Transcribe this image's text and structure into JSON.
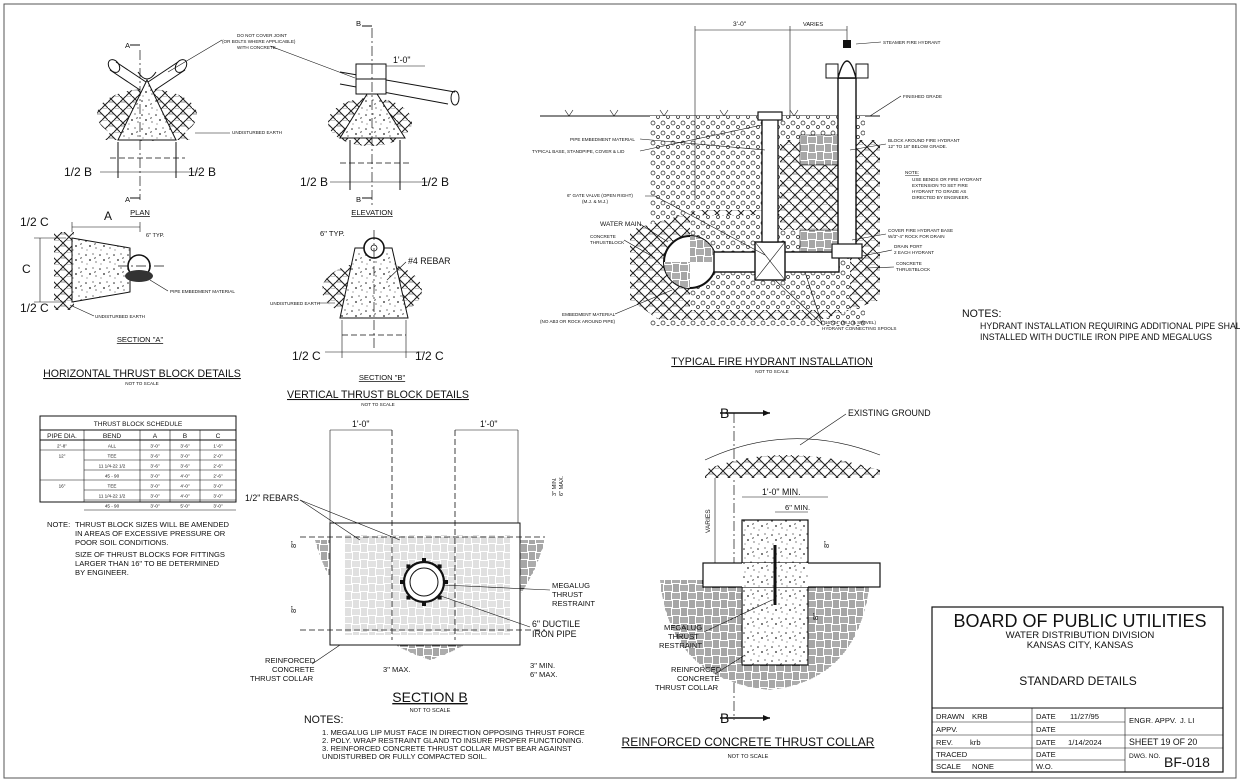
{
  "plan": {
    "title": "PLAN",
    "sec_label": "A",
    "note": [
      "DO NOT COVER JOINT",
      "(OR BOLTS WHERE APPLICABLE)",
      "WITH CONCRETE."
    ],
    "undisturbed": "UNDISTURBED EARTH",
    "half_b": "1/2 B"
  },
  "elevation": {
    "title": "ELEVATION",
    "sec_label": "B",
    "dim": "1'-0\"",
    "half_b": "1/2 B"
  },
  "section_a": {
    "title": "SECTION \"A\"",
    "half_c": "1/2 C",
    "c": "C",
    "a": "A",
    "typ": "6\" TYP.",
    "pipe_embed": "PIPE EMBEDMENT MATERIAL",
    "undisturbed": "UNDISTURBED EARTH"
  },
  "horizontal_details": {
    "title": "HORIZONTAL THRUST BLOCK DETAILS",
    "nts": "NOT TO SCALE"
  },
  "section_b_small": {
    "title": "SECTION \"B\"",
    "typ": "6\" TYP.",
    "rebar": "#4 REBAR",
    "undisturbed": "UNDISTURBED EARTH",
    "half_c": "1/2 C"
  },
  "vertical_details": {
    "title": "VERTICAL THRUST BLOCK DETAILS",
    "nts": "NOT TO SCALE"
  },
  "hydrant": {
    "dim1": "3'-0\"",
    "dim2": "VARIES",
    "steamer": "STEAMER FIRE HYDRANT",
    "finished_grade": "FINISHED GRADE",
    "block_around": [
      "BLOCK AROUND FIRE HYDRANT",
      "12\" TO 18\" BELOW GRADE."
    ],
    "note_label": "NOTE:",
    "note": [
      "USE BENDS OR FIRE HYDRANT",
      "EXTENSION TO SET FIRE",
      "HYDRANT TO GRADE AS",
      "DIRECTED BY ENGINEER."
    ],
    "pipe_embed": "PIPE EMBEDMENT MATERIAL",
    "typical_base": "TYPICAL BASE, STANDPIPE, COVER & LID",
    "gate_valve": [
      "6\" GATE VALVE (OPEN RIGHT)",
      "(M.J. & M.J.)"
    ],
    "water_main": "WATER MAIN",
    "concrete_tb": [
      "CONCRETE",
      "THRUSTBLOCK"
    ],
    "cover_base": [
      "COVER FIRE HYDRANT BASE",
      "W/3\"-4\" ROCK FOR DRAIN"
    ],
    "drain_port": [
      "DRAIN PORT",
      "2 EACH HYDRANT"
    ],
    "concrete_tb2": [
      "CONCRETE",
      "THRUSTBLOCK"
    ],
    "embed_mat": [
      "EMBEDMENT MATERIAL",
      "(NO AB3 OR ROCK AROUND PIPE)"
    ],
    "spools": [
      "16\"-24\" (M.J. & SWIVEL)",
      "HYDRANT CONNECTING SPOOLS"
    ],
    "title": "TYPICAL FIRE HYDRANT INSTALLATION",
    "nts": "NOT TO SCALE"
  },
  "hydrant_notes": {
    "label": "NOTES:",
    "lines": [
      "HYDRANT INSTALLATION REQUIRING ADDITIONAL PIPE SHALL BE",
      "INSTALLED WITH DUCTILE IRON PIPE AND MEGALUGS"
    ]
  },
  "schedule": {
    "title": "THRUST BLOCK SCHEDULE",
    "headers": [
      "PIPE DIA.",
      "BEND",
      "A",
      "B",
      "C"
    ],
    "rows": [
      [
        "2\"-8\"",
        "ALL",
        "3'-0\"",
        "3'-6\"",
        "1'-6\""
      ],
      [
        "12\"",
        "TEE",
        "3'-6\"",
        "3'-0\"",
        "2'-0\""
      ],
      [
        "",
        "11 1/4-22 1/2",
        "3'-6\"",
        "3'-6\"",
        "2'-6\""
      ],
      [
        "",
        "45 - 90",
        "3'-0\"",
        "4'-0\"",
        "2'-6\""
      ],
      [
        "16\"",
        "TEE",
        "3'-0\"",
        "4'-0\"",
        "3'-0\""
      ],
      [
        "",
        "11 1/4-22 1/2",
        "3'-0\"",
        "4'-0\"",
        "3'-0\""
      ],
      [
        "",
        "45 - 90",
        "3'-0\"",
        "5'-0\"",
        "3'-0\""
      ]
    ]
  },
  "schedule_note": {
    "label": "NOTE:",
    "lines": [
      "THRUST BLOCK SIZES WILL BE AMENDED",
      "IN AREAS OF EXCESSIVE PRESSURE OR",
      "POOR SOIL CONDITIONS.",
      "SIZE OF THRUST BLOCKS FOR FITTINGS",
      "LARGER THAN 16\" TO BE DETERMINED",
      "BY ENGINEER."
    ]
  },
  "section_b": {
    "dim1": "1'-0\"",
    "dim2": "1'-0\"",
    "rebars": "1/2\" REBARS",
    "min_max": [
      "3\" MIN.",
      "6\" MAX."
    ],
    "eight1": "8\"",
    "eight2": "8\"",
    "megalug": [
      "MEGALUG",
      "THRUST",
      "RESTRAINT"
    ],
    "ductile": [
      "6\" DUCTILE",
      "IRON PIPE"
    ],
    "collar": [
      "REINFORCED",
      "CONCRETE",
      "THRUST COLLAR"
    ],
    "max3": "3\" MAX.",
    "bottom_minmax": [
      "3\" MIN.",
      "6\" MAX."
    ],
    "title": "SECTION B",
    "nts": "NOT TO SCALE"
  },
  "section_b_notes": {
    "label": "NOTES:",
    "lines": [
      "1.  MEGALUG LIP MUST FACE IN DIRECTION OPPOSING THRUST FORCE",
      "2.  POLY. WRAP RESTRAINT GLAND TO INSURE PROPER FUNCTIONING.",
      "3.  REINFORCED CONCRETE THRUST COLLAR MUST BEAR AGAINST",
      "     UNDISTURBED OR FULLY COMPACTED SOIL."
    ]
  },
  "collar": {
    "b_top": "B",
    "b_bottom": "B",
    "existing": "EXISTING GROUND",
    "varies": "VARIES",
    "dim_min": "1'-0\" MIN.",
    "six_min": "6\" MIN.",
    "eight1": "8\"",
    "eight2": "8\"",
    "megalug": [
      "MEGALUG",
      "THRUST",
      "RESTRAINT"
    ],
    "collar": [
      "REINFORCED",
      "CONCRETE",
      "THRUST COLLAR"
    ],
    "title": "REINFORCED CONCRETE THRUST COLLAR",
    "nts": "NOT TO SCALE"
  },
  "title_block": {
    "org": "BOARD OF PUBLIC UTILITIES",
    "division": "WATER DISTRIBUTION DIVISION",
    "city": "KANSAS CITY, KANSAS",
    "sheet_title": "STANDARD DETAILS",
    "drawn_label": "DRAWN",
    "drawn_value": "KRB",
    "appv_label": "APPV.",
    "rev_label": "REV.",
    "rev_value": "krb",
    "traced_label": "TRACED",
    "scale_label": "SCALE",
    "scale_value": "NONE",
    "date_label": "DATE",
    "date1": "11/27/95",
    "date3": "1/14/2024",
    "wo_label": "W.O.",
    "engr_label": "ENGR. APPV.",
    "engr_value": "J. LI",
    "sheet_no": "SHEET 19 OF 20",
    "dwg_label": "DWG. NO.",
    "dwg_value": "BF-018"
  }
}
